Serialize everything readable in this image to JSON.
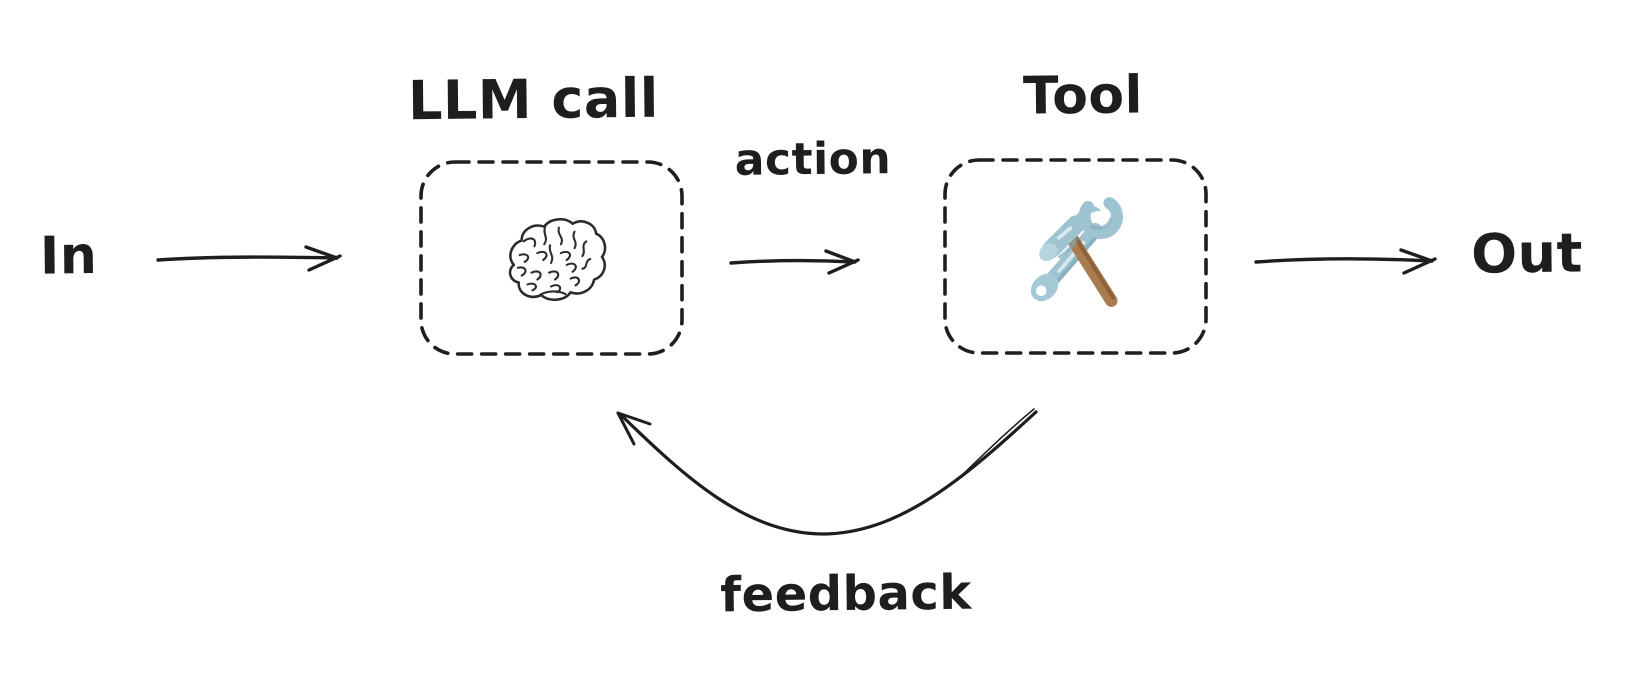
{
  "colors": {
    "background": "#ffffff",
    "ink": "#1e1e1e",
    "tool_steel_blue": "#9ec3d1",
    "tool_steel_blue_dark": "#7fa9ba",
    "tool_steel_blue_light": "#d8eaf0",
    "tool_handle_brown": "#a97c50",
    "tool_handle_brown_dark": "#8f6239"
  },
  "labels": {
    "input": "In",
    "output": "Out",
    "action": "action",
    "feedback": "feedback"
  },
  "nodes": [
    {
      "id": "llm-call",
      "title": "LLM call",
      "icon": "brain-icon"
    },
    {
      "id": "tool",
      "title": "Tool",
      "icon": "hammer-wrench-icon"
    }
  ],
  "edges": [
    {
      "from": "In",
      "to": "LLM call",
      "label": ""
    },
    {
      "from": "LLM call",
      "to": "Tool",
      "label": "action"
    },
    {
      "from": "Tool",
      "to": "Out",
      "label": ""
    },
    {
      "from": "Tool",
      "to": "LLM call",
      "label": "feedback",
      "style": "curved"
    }
  ]
}
